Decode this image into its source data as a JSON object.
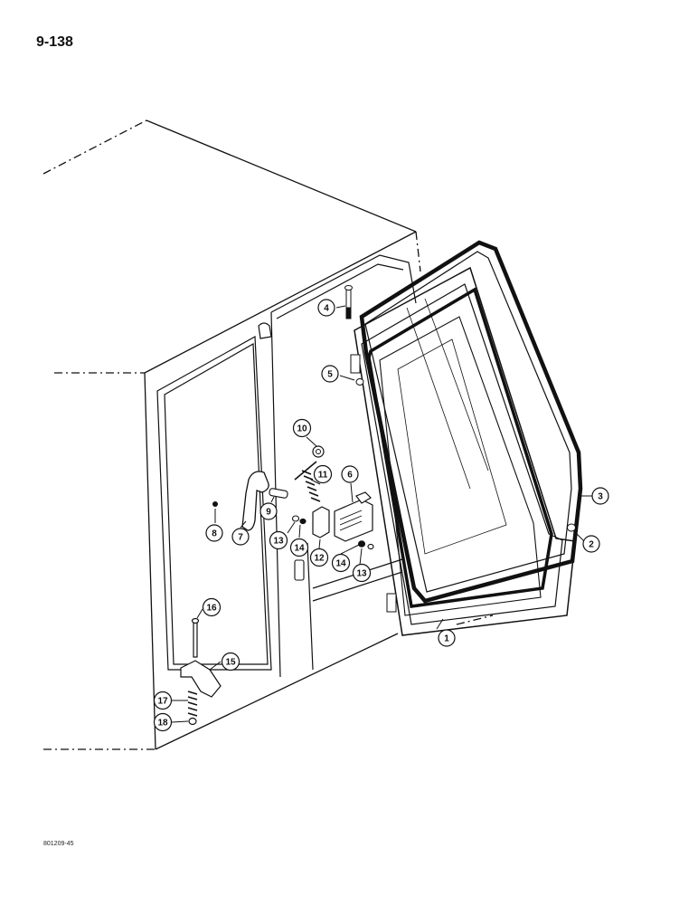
{
  "page_number": "9-138",
  "figure_code": "801209-45",
  "callouts": [
    {
      "label": "1"
    },
    {
      "label": "2"
    },
    {
      "label": "3"
    },
    {
      "label": "4"
    },
    {
      "label": "5"
    },
    {
      "label": "6"
    },
    {
      "label": "7"
    },
    {
      "label": "8"
    },
    {
      "label": "9"
    },
    {
      "label": "10"
    },
    {
      "label": "11"
    },
    {
      "label": "12"
    },
    {
      "label": "13"
    },
    {
      "label": "13"
    },
    {
      "label": "14"
    },
    {
      "label": "14"
    },
    {
      "label": "15"
    },
    {
      "label": "16"
    },
    {
      "label": "17"
    },
    {
      "label": "18"
    }
  ],
  "colors": {
    "ink": "#111111",
    "paper": "#ffffff"
  }
}
